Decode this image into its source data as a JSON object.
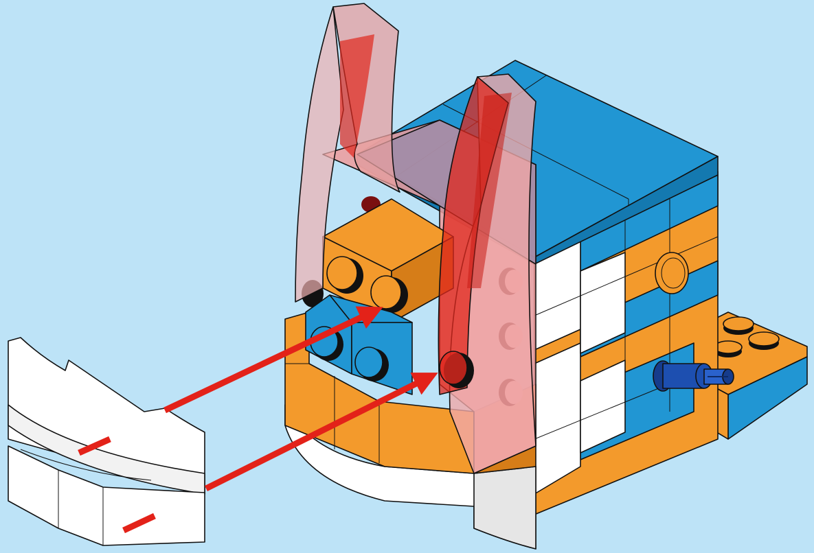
{
  "colors": {
    "background": "#bde3f7",
    "orange": "#f39a2c",
    "orange_dark": "#d67d18",
    "blue": "#2196d3",
    "blue_dark": "#1479b0",
    "white": "#ffffff",
    "grey_shade": "#e6e6e6",
    "trans_red": "#e0281e",
    "arrow_red": "#e32219",
    "outline": "#111111",
    "pin_blue": "#1d4fb0"
  },
  "parts": [
    {
      "name": "curved-slope-white-1x4",
      "color": "white",
      "count": 2,
      "role": "loose part being attached"
    },
    {
      "name": "transparent-red-curved-slope-horn",
      "color": "trans_red",
      "count": 2
    },
    {
      "name": "orange-brick-2x2",
      "color": "orange"
    },
    {
      "name": "blue-brick-1x2",
      "color": "blue",
      "count": 2
    },
    {
      "name": "blue-tile-top",
      "color": "blue"
    },
    {
      "name": "orange-plate-with-studs",
      "color": "orange"
    },
    {
      "name": "technic-pin-blue",
      "color": "pin_blue"
    }
  ],
  "arrows": [
    {
      "name": "attach-arrow-upper",
      "from": "upper-curved-slope",
      "to": "orange-brick-stud"
    },
    {
      "name": "attach-arrow-lower",
      "from": "lower-curved-slope",
      "to": "transparent-horn-stud"
    }
  ]
}
